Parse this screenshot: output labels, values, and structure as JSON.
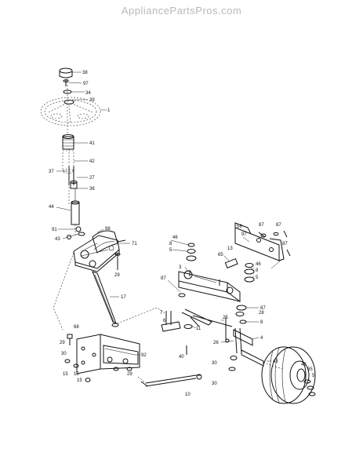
{
  "watermark": "AppliancePartsPros.com",
  "labels": {
    "l38": "38",
    "l97a": "97",
    "l34": "34",
    "l39": "39",
    "l1": "1",
    "l41": "41",
    "l42": "42",
    "l37": "37",
    "l27": "27",
    "l36": "36",
    "l44": "44",
    "l91": "91",
    "l98": "98",
    "l43a": "43",
    "l71": "71",
    "l29a": "29",
    "l17": "17",
    "l68": "68",
    "l29b": "29",
    "l30a": "30",
    "l15a": "15",
    "l15b": "15",
    "l15c": "15",
    "l92": "92",
    "l29c": "29",
    "l10": "10",
    "l40": "40",
    "l11": "11",
    "l46a": "46",
    "l8a": "8",
    "l5a": "5",
    "l3": "3",
    "l87a": "87",
    "l7": "7",
    "l6": "6",
    "l25": "25",
    "l65": "65",
    "l13": "13",
    "l46b": "46",
    "l8b": "8",
    "l5b": "5",
    "l58": "58",
    "l97b": "97",
    "l87b": "87",
    "l87c": "87",
    "l87d": "87",
    "l8c": "8",
    "l26": "26",
    "l28": "28",
    "l30b": "30",
    "l30c": "30",
    "l4": "4",
    "l43b": "43",
    "l43c": "43",
    "l35": "35",
    "l5c": "5"
  }
}
